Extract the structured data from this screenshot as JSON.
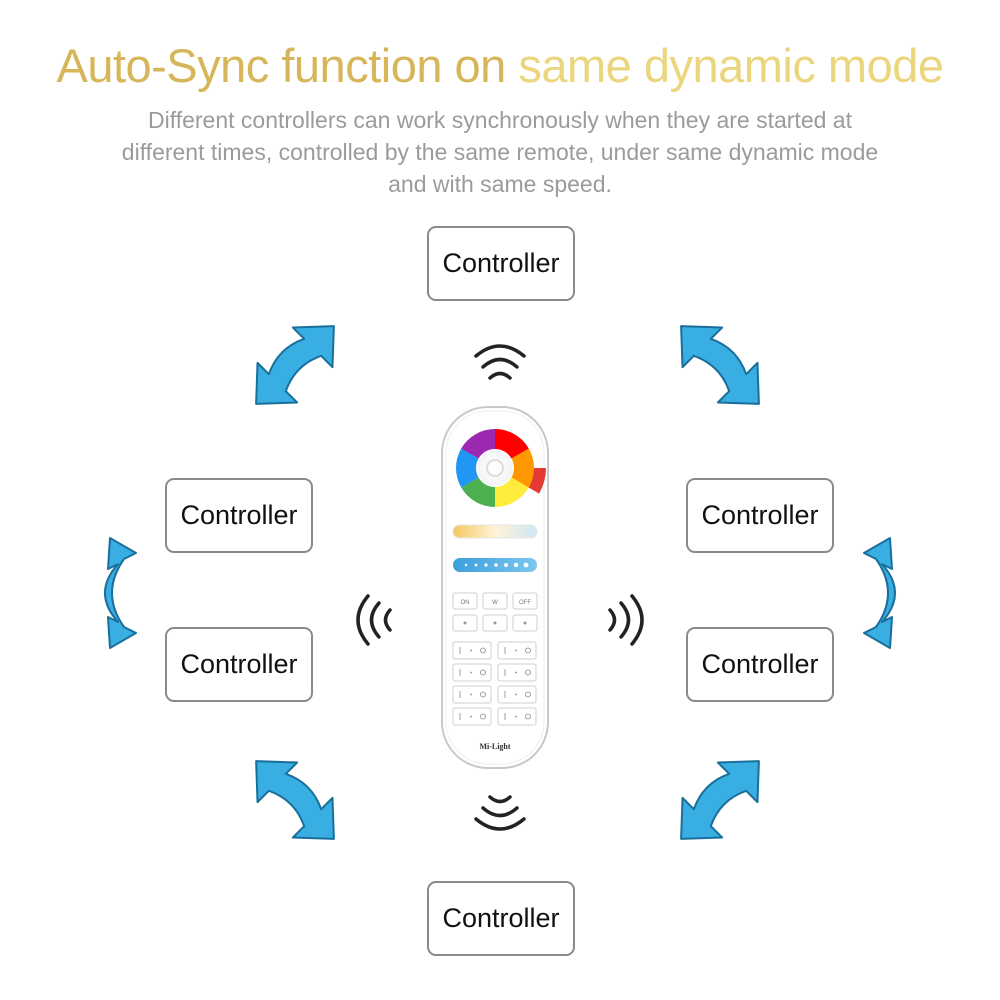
{
  "title": {
    "part1": "Auto-Sync function on ",
    "part2": "same dynamic mode"
  },
  "subtitle": "Different controllers can work synchronously when they are started at different times, controlled by the same remote, under same dynamic mode and with same speed.",
  "controllers": {
    "top": "Controller",
    "left_top": "Controller",
    "right_top": "Controller",
    "left_bottom": "Controller",
    "right_bottom": "Controller",
    "bottom": "Controller"
  },
  "remote": {
    "brand": "Mi-Light",
    "buttons": {
      "on": "ON",
      "w": "W",
      "off": "OFF"
    }
  },
  "colors": {
    "title_primary": "#d7b65a",
    "title_accent": "#ebd67e",
    "arrow_fill": "#39aee3",
    "arrow_stroke": "#1a6f9a",
    "controller_border": "#8a8a8a"
  },
  "icons": {
    "sync_arrow": "double-headed-curved-arrow-icon",
    "signal": "signal-waves-icon",
    "remote": "remote-control-icon"
  }
}
